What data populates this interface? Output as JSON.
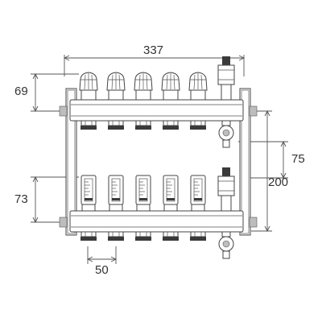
{
  "dimensions": {
    "overall_width": "337",
    "top_offset": "69",
    "pipe_spacing": "75",
    "overall_height": "200",
    "bottom_offset": "73",
    "outlet_spacing": "50"
  },
  "components": {
    "top_valve_caps": 5,
    "bottom_flow_meters": 5,
    "air_vents": 2,
    "drain_valves": 2
  }
}
